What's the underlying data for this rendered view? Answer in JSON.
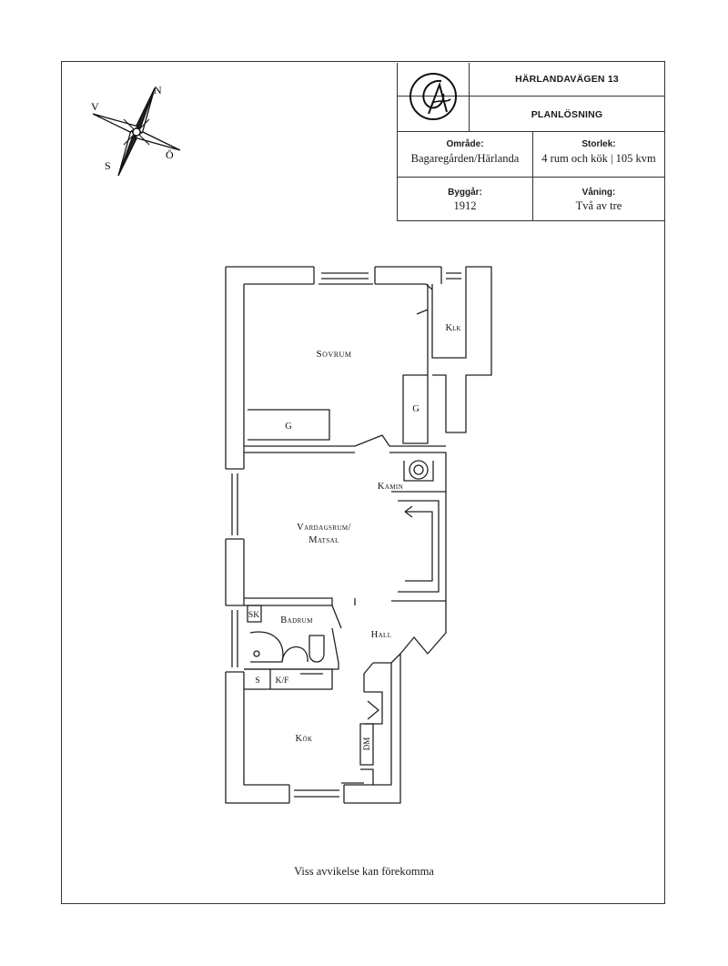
{
  "property": {
    "address": "HÄRLANDAVÄGEN 13",
    "doc_type": "PLANLÖSNING",
    "area_label": "Område:",
    "area_value": "Bagaregården/Härlanda",
    "size_label": "Storlek:",
    "size_value": "4 rum och kök | 105 kvm",
    "built_label": "Byggår:",
    "built_value": "1912",
    "floor_label": "Våning:",
    "floor_value": "Två av tre"
  },
  "compass": {
    "n": "N",
    "s": "S",
    "v": "V",
    "o": "Ö"
  },
  "rooms": {
    "sovrum": "Sovrum",
    "klk": "Klk",
    "g1": "G",
    "g2": "G",
    "kamin": "Kamin",
    "vardagsrum1": "Vardagsrum/",
    "vardagsrum2": "Matsal",
    "sk": "SK",
    "badrum": "Badrum",
    "hall": "Hall",
    "s": "S",
    "kf": "K/F",
    "dm": "DM",
    "kok": "Kök"
  },
  "footnote": "Viss avvikelse kan förekomma"
}
